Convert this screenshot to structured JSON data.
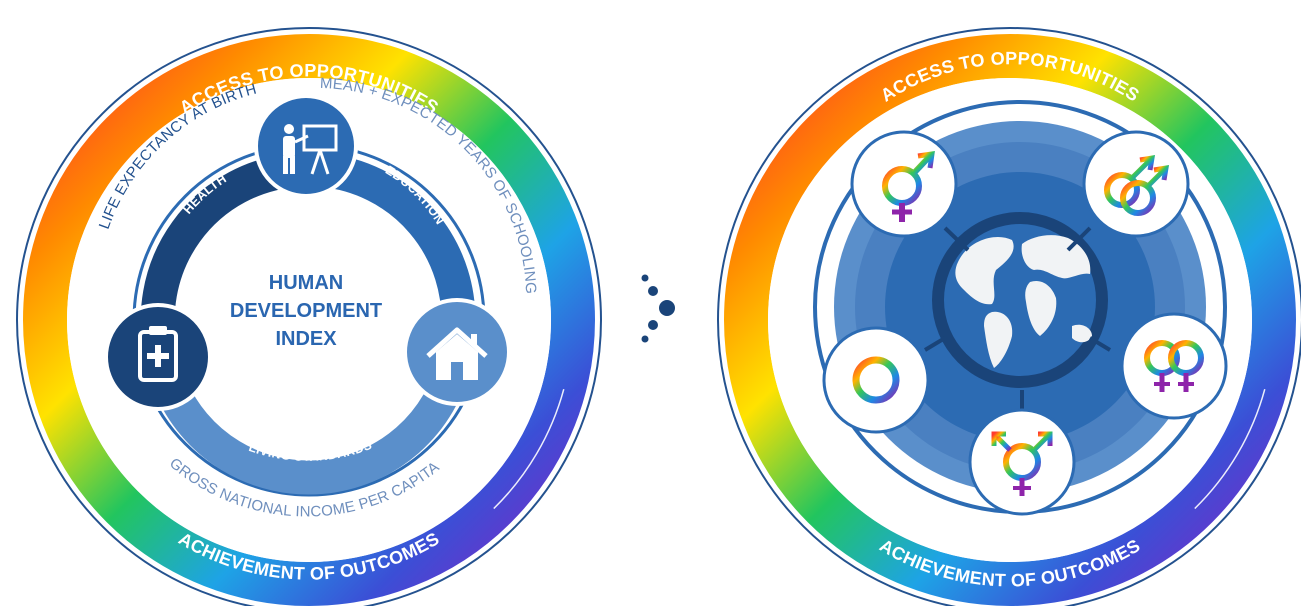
{
  "hdi_diagram": {
    "outer_top_label": "ACCESS TO OPPORTUNITIES",
    "outer_bottom_label": "ACHIEVEMENT OF OUTCOMES",
    "life_expectancy_label": "LIFE EXPECTANCY AT BIRTH",
    "schooling_label": "MEAN + EXPECTED YEARS OF SCHOOLING",
    "income_label": "GROSS NATIONAL INCOME PER CAPITA",
    "arc_health": "HEALTH",
    "arc_education": "EDUCATION",
    "arc_living": "LIVING STANDARDS",
    "center_title_line1": "HUMAN",
    "center_title_line2": "DEVELOPMENT",
    "center_title_line3": "INDEX",
    "icons": [
      "clipboard-icon",
      "teacher-icon",
      "house-icon"
    ]
  },
  "gender_diagram": {
    "outer_top_label": "ACCESS TO OPPORTUNITIES",
    "outer_bottom_label": "ACHIEVEMENT OF OUTCOMES",
    "icons": [
      "genderfluid-symbol-icon",
      "gay-male-symbol-icon",
      "lesbian-symbol-icon",
      "transgender-symbol-icon",
      "non-binary-circle-icon",
      "globe-icon"
    ]
  },
  "connector": {
    "icon": "arrow-dots-icon"
  },
  "colors": {
    "dark_navy": "#1a4479",
    "primary_blue": "#2c6bb3",
    "medium_blue": "#5a8fcb",
    "light_blue": "#b9cde6",
    "pale_text": "#6f8fbd"
  }
}
